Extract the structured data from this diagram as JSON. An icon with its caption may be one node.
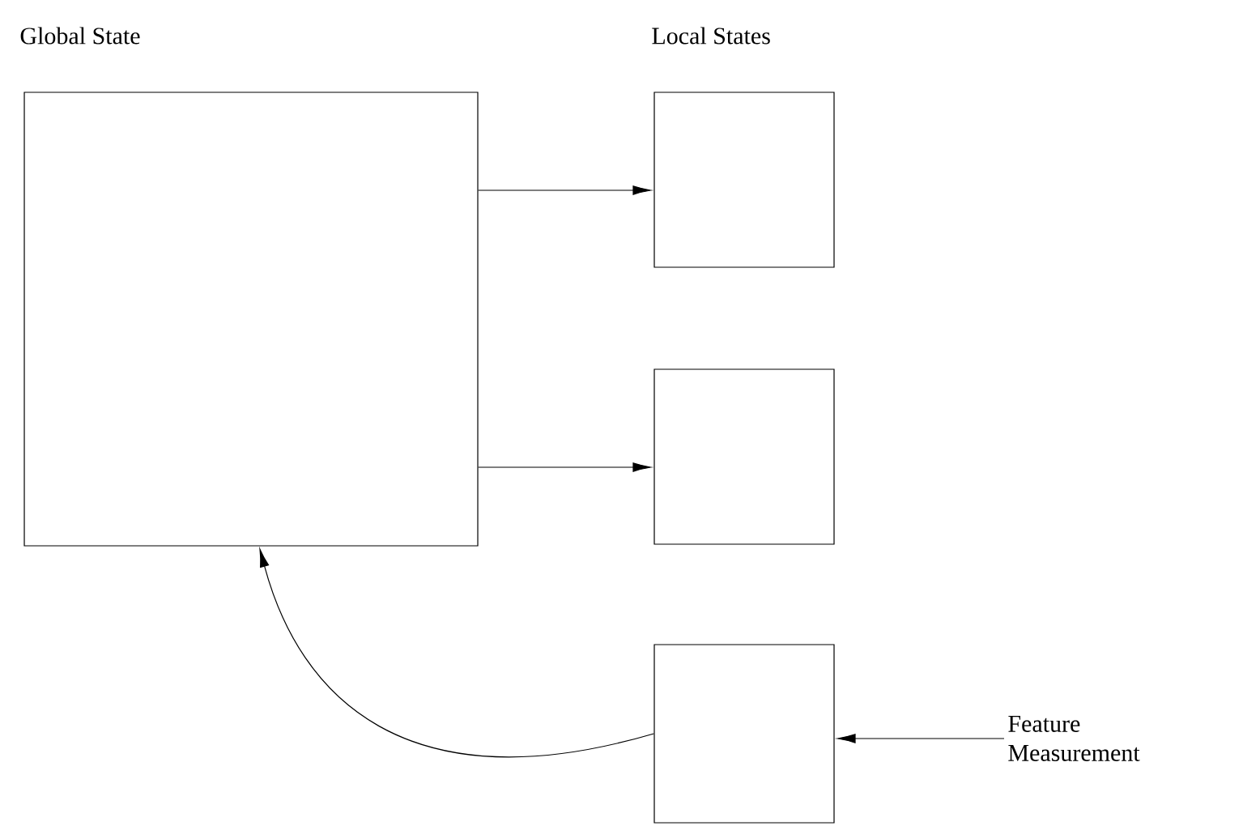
{
  "diagram": {
    "nodes": [
      {
        "text": [
          "Global State"
        ]
      },
      {
        "text": [],
        "shape": "box"
      },
      {
        "text": [],
        "shape": "box"
      },
      {
        "text": [],
        "shape": "box"
      },
      {
        "text": [
          "Feature Measurement"
        ]
      }
    ],
    "edges": [
      {
        "from": 0,
        "to": 1,
        "arrow": "to"
      },
      {
        "from": 0,
        "to": 2,
        "arrow": "to"
      },
      {
        "from": 3,
        "to": 0,
        "arrow": "to"
      },
      {
        "from": 4,
        "to": 3,
        "arrow": "to"
      }
    ],
    "labels": [
      "Local States"
    ]
  }
}
